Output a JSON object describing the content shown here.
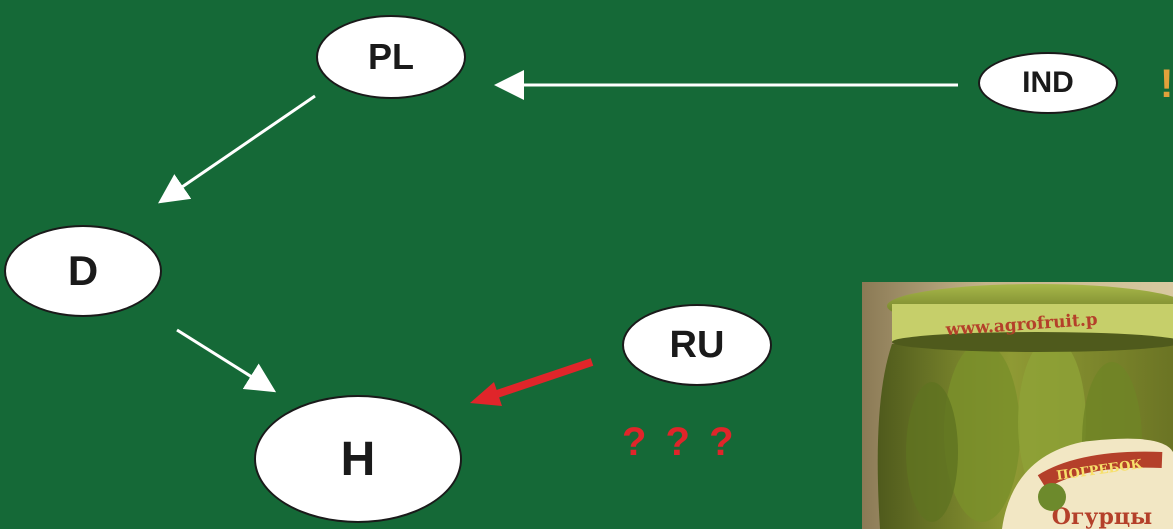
{
  "nodes": {
    "pl": "PL",
    "ind": "IND",
    "d": "D",
    "ru": "RU",
    "h": "H"
  },
  "ind_mark": "!",
  "question_marks": "? ? ?",
  "photo": {
    "url_text": "www.agrofruit.p",
    "brand_text": "ПОГРЕБОК",
    "product_text": "Огурцы"
  },
  "colors": {
    "background": "#156937",
    "arrow_white": "#ffffff",
    "arrow_red": "#e0252a",
    "ind_mark": "#e2a13b",
    "question": "#e0252a"
  }
}
